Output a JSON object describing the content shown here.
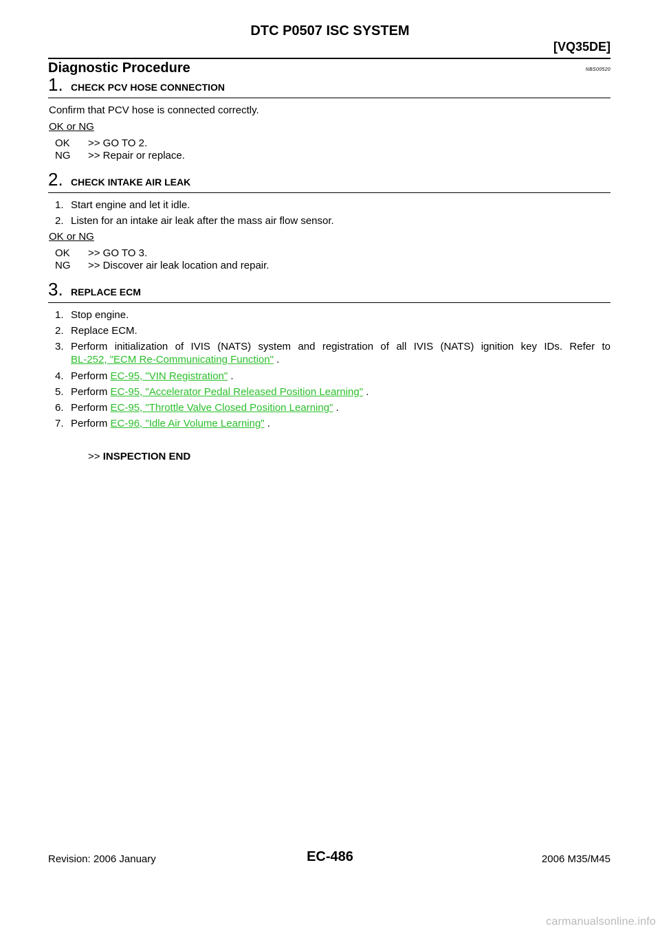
{
  "header": {
    "title": "DTC P0507 ISC SYSTEM",
    "model": "[VQ35DE]"
  },
  "section": {
    "title": "Diagnostic Procedure",
    "code": "NBS00520"
  },
  "steps": [
    {
      "number": "1.",
      "label": "CHECK PCV HOSE CONNECTION",
      "text": "Confirm that PCV hose is connected correctly.",
      "okng": "OK or NG",
      "results": [
        {
          "key": "OK",
          "value": ">> GO TO 2."
        },
        {
          "key": "NG",
          "value": ">> Repair or replace."
        }
      ]
    },
    {
      "number": "2.",
      "label": "CHECK INTAKE AIR LEAK",
      "items": [
        {
          "num": "1.",
          "text": "Start engine and let it idle."
        },
        {
          "num": "2.",
          "text": "Listen for an intake air leak after the mass air flow sensor."
        }
      ],
      "okng": "OK or NG",
      "results": [
        {
          "key": "OK",
          "value": ">> GO TO 3."
        },
        {
          "key": "NG",
          "value": ">> Discover air leak location and repair."
        }
      ]
    },
    {
      "number": "3.",
      "label": "REPLACE ECM",
      "items": [
        {
          "num": "1.",
          "text": "Stop engine."
        },
        {
          "num": "2.",
          "text": "Replace ECM."
        },
        {
          "num": "3.",
          "text_line1": "Perform initialization of IVIS (NATS) system and registration of all IVIS (NATS) ignition key IDs. Refer to",
          "link": "BL-252, \"ECM Re-Communicating Function\"",
          "suffix": " ."
        },
        {
          "num": "4.",
          "prefix": "Perform ",
          "link": "EC-95, \"VIN Registration\"",
          "suffix": " ."
        },
        {
          "num": "5.",
          "prefix": "Perform ",
          "link": "EC-95, \"Accelerator Pedal Released Position Learning\"",
          "suffix": " ."
        },
        {
          "num": "6.",
          "prefix": "Perform ",
          "link": "EC-95, \"Throttle Valve Closed Position Learning\"",
          "suffix": " ."
        },
        {
          "num": "7.",
          "prefix": "Perform ",
          "link": "EC-96, \"Idle Air Volume Learning\"",
          "suffix": " ."
        }
      ],
      "end_prefix": ">> ",
      "end_text": "INSPECTION END"
    }
  ],
  "footer": {
    "revision": "Revision: 2006 January",
    "page": "EC-486",
    "model": "2006 M35/M45"
  },
  "watermark": "carmanualsonline.info",
  "colors": {
    "link": "#2bbf2b",
    "watermark": "#b9b9b9"
  }
}
